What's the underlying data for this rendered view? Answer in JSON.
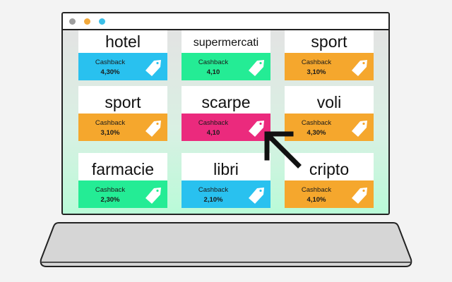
{
  "cashback_label": "Cashback",
  "colors": {
    "blue": "#29c1ef",
    "green": "#24ec95",
    "orange": "#f5a72d",
    "pink": "#eb2a7d"
  },
  "cards": [
    {
      "name": "hotel",
      "value": "4,30%",
      "color": "#29c1ef"
    },
    {
      "name": "supermercati",
      "value": "4,10",
      "color": "#24ec95"
    },
    {
      "name": "sport",
      "value": "3,10%",
      "color": "#f5a72d"
    },
    {
      "name": "sport",
      "value": "3,10%",
      "color": "#f5a72d"
    },
    {
      "name": "scarpe",
      "value": "4,10",
      "color": "#eb2a7d"
    },
    {
      "name": "voli",
      "value": "4,30%",
      "color": "#f5a72d"
    },
    {
      "name": "farmacie",
      "value": "2,30%",
      "color": "#24ec95"
    },
    {
      "name": "libri",
      "value": "2,10%",
      "color": "#29c1ef"
    },
    {
      "name": "cripto",
      "value": "4,10%",
      "color": "#f5a72d"
    }
  ]
}
